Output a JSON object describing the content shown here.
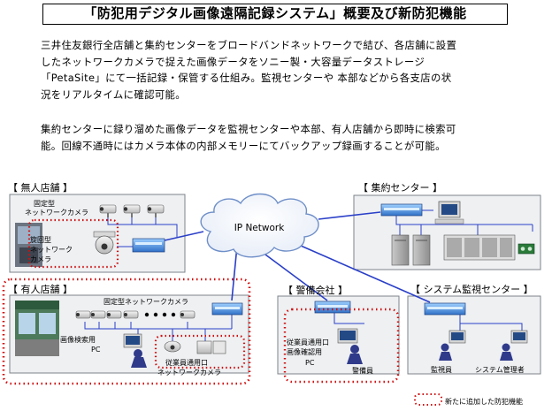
{
  "title": "「防犯用デジタル画像遠隔記録システム」概要及び新防犯機能",
  "intro": {
    "paragraph1": "三井住友銀行全店舗と集約センターをブロードバンドネットワークで結び、各店舗に設置\nしたネットワークカメラで捉えた画像データをソニー製・大容量データストレージ\n「PetaSite」にて一括記録・保管する仕組み。監視センターや 本部などから各支店の状\n況をリアルタイムに確認可能。",
    "paragraph2": "集約センターに録り溜めた画像データを監視センターや本部、有人店舗から即時に検索可\n能。回線不通時にはカメラ本体の内部メモリーにてバックアップ録画することが可能。"
  },
  "diagram": {
    "network_label": "IP Network",
    "groups": {
      "unmanned": {
        "title": "【 無人店舗 】",
        "fixed_camera_label": [
          "固定型",
          "ネットワークカメラ"
        ],
        "rotating_camera_label": [
          "旋回型",
          "ネットワーク",
          "カメラ"
        ]
      },
      "center": {
        "title": "【 集約センター 】"
      },
      "manned": {
        "title": "【 有人店舗 】",
        "fixed_camera_label": "固定型ネットワークカメラ",
        "search_pc_label": [
          "画像検索用",
          "PC"
        ],
        "employee_camera_label": [
          "従業員通用口",
          "ネットワークカメラ"
        ]
      },
      "security": {
        "title": "【 警備会社 】",
        "pc_label": [
          "従業員通用口",
          "画像確認用",
          "PC"
        ],
        "guard_label": "警備員"
      },
      "monitoring": {
        "title": "【 システム監視センター 】",
        "staff_label": "監視員",
        "admin_label": "システム管理者"
      }
    },
    "legend": {
      "label": "新たに追加した防犯機能"
    }
  }
}
